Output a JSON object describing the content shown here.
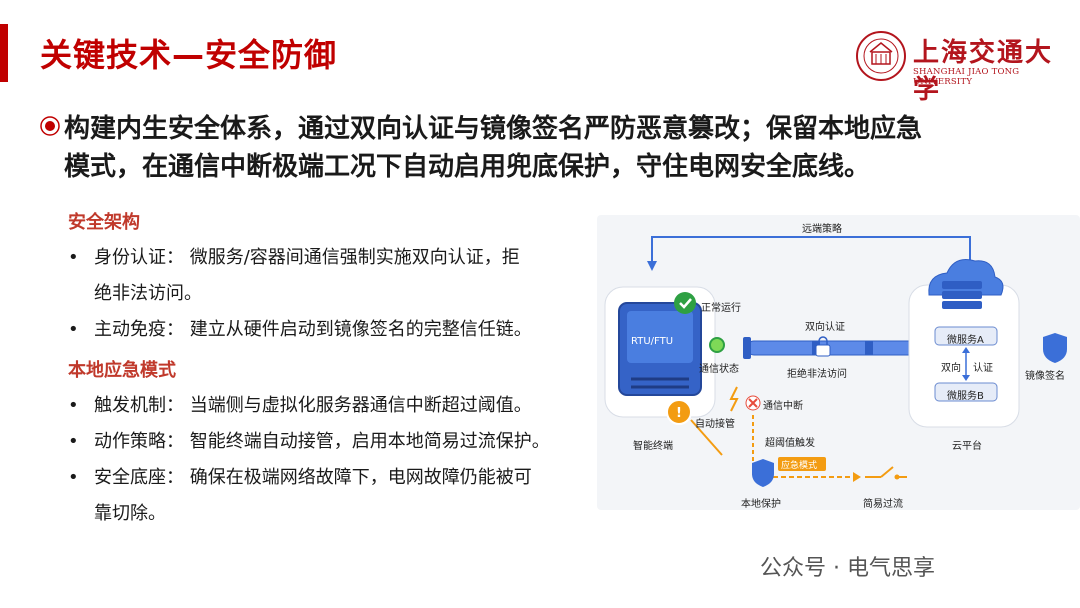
{
  "title": "关键技术—安全防御",
  "logo": {
    "name_cn": "上海交通大学",
    "name_en": "SHANGHAI JIAO TONG UNIVERSITY"
  },
  "lead": {
    "line1": "构建内生安全体系，通过双向认证与镜像签名严防恶意篡改；保留本地应急",
    "line2": "模式，在通信中断极端工况下自动启用兜底保护，守住电网安全底线。"
  },
  "sections": [
    {
      "heading": "安全架构",
      "bullets": [
        {
          "line1": "身份认证：  微服务/容器间通信强制实施双向认证，拒",
          "line2": "绝非法访问。"
        },
        {
          "line1": "主动免疫：  建立从硬件启动到镜像签名的完整信任链。",
          "line2": ""
        }
      ]
    },
    {
      "heading": "本地应急模式",
      "bullets": [
        {
          "line1": "触发机制：  当端侧与虚拟化服务器通信中断超过阈值。",
          "line2": ""
        },
        {
          "line1": "动作策略：  智能终端自动接管，启用本地简易过流保护。",
          "line2": ""
        },
        {
          "line1": "安全底座：  确保在极端网络故障下，电网故障仍能被可",
          "line2": "靠切除。"
        }
      ]
    }
  ],
  "diagram": {
    "remote_policy": "远端策略",
    "normal_run": "正常运行",
    "device": "RTU/FTU",
    "comm_status": "通信状态",
    "mutual_auth": "双向认证",
    "reject": "拒绝非法访问",
    "auto_takeover": "自动接管",
    "comm_break": "通信中断",
    "threshold": "超阈值触发",
    "emergency_mode": "应急模式",
    "terminal": "智能终端",
    "local_protection": "本地保护",
    "simple_overcurrent": "简易过流",
    "cloud": "云平台",
    "svc_a": "微服务A",
    "svc_b": "微服务B",
    "bidir": "双向",
    "auth": "认证",
    "image_sign": "镜像签名"
  },
  "watermark": "公众号 · 电气思享",
  "colors": {
    "accent": "#c00000",
    "heading": "#c0392b",
    "diagram_blue": "#3b6fd8",
    "orange": "#f39c12"
  }
}
